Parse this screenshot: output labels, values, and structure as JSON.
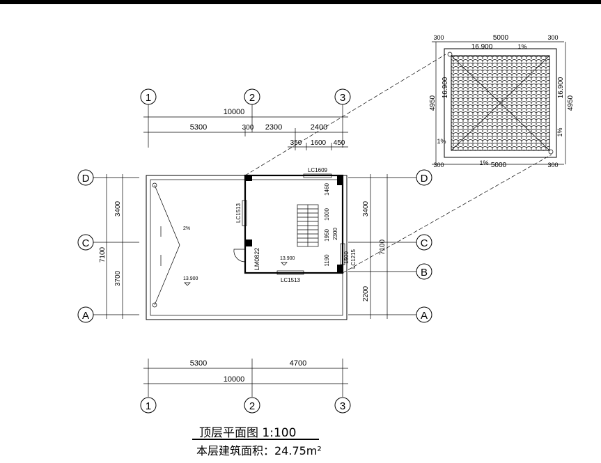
{
  "grid": {
    "top": [
      "1",
      "2",
      "3"
    ],
    "bottom": [
      "1",
      "2",
      "3"
    ],
    "left": [
      "D",
      "C",
      "A"
    ],
    "right": [
      "D",
      "C",
      "B",
      "A"
    ]
  },
  "dims": {
    "top_total": "10000",
    "top_row2": [
      "5300",
      "300",
      "2300",
      "2400"
    ],
    "top_row3": [
      "350",
      "1600",
      "450"
    ],
    "left_segs": [
      "3400",
      "3700"
    ],
    "left_total": "7100",
    "right_segs": [
      "3400",
      "2200"
    ],
    "right_total": "7100",
    "bottom_row1": [
      "5300",
      "4700"
    ],
    "bottom_total": "10000",
    "stair_dims": [
      "1460",
      "1000",
      "1950",
      "2300",
      "1190",
      "1500"
    ]
  },
  "labels": {
    "window_top": "LC1609",
    "window_left": "LC1513",
    "window_bottom": "LC1513",
    "window_right": "LC1215",
    "door": "LM0822",
    "slope_roof": "2%",
    "elev_room": "13.900",
    "elev_terrace": "13.900"
  },
  "detail": {
    "width_top": "5000",
    "width_bottom": "5000",
    "edge": [
      "300",
      "300",
      "300",
      "300"
    ],
    "elev_top": "16.900",
    "elev_left": "16.900",
    "elev_right": "16.900",
    "height_left": "4950",
    "height_right": "4950",
    "slope_pct": [
      "1%",
      "1%",
      "1%",
      "1%"
    ]
  },
  "title": {
    "main": "顶层平面图   1:100",
    "sub": "本层建筑面积：24.75m²"
  }
}
